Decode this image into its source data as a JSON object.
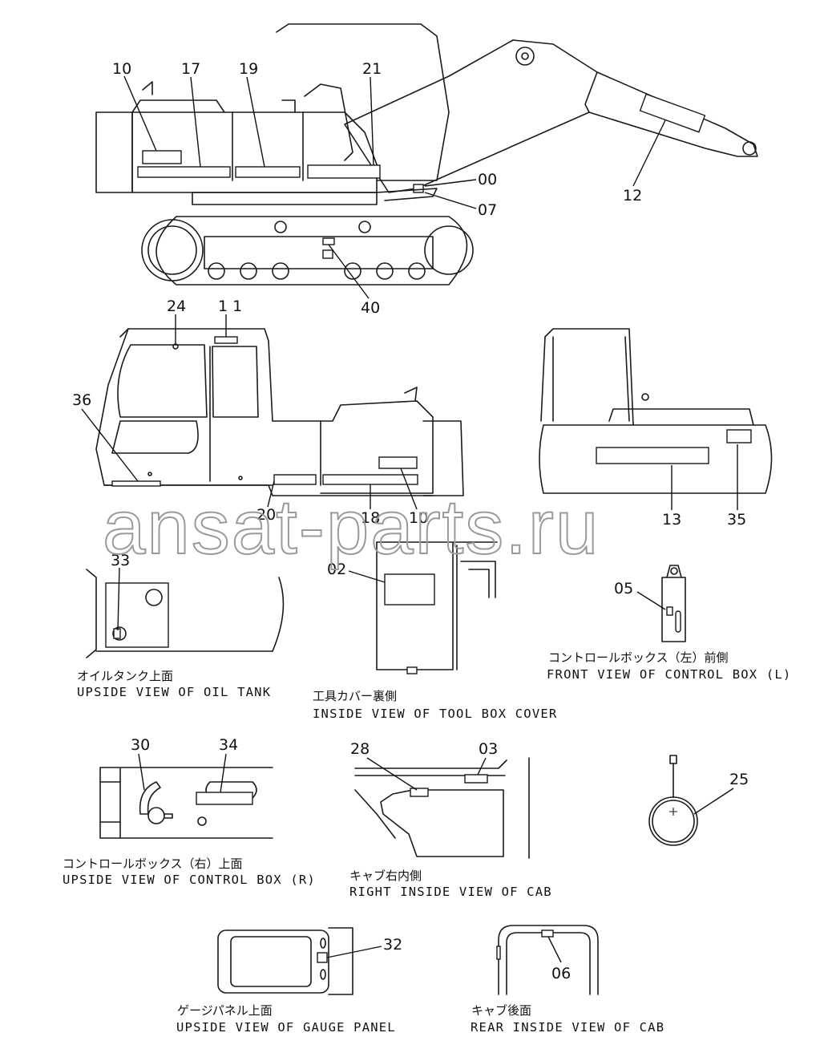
{
  "callouts": {
    "c10a": "10",
    "c17": "17",
    "c19": "19",
    "c21": "21",
    "c00": "00",
    "c07": "07",
    "c12": "12",
    "c40": "40",
    "c24": "24",
    "c11": "1 1",
    "c36": "36",
    "c20": "20",
    "c18": "18",
    "c10b": "10",
    "c13": "13",
    "c35": "35",
    "c33": "33",
    "c02": "02",
    "c05": "05",
    "c30": "30",
    "c34": "34",
    "c28": "28",
    "c03": "03",
    "c25": "25",
    "c32": "32",
    "c06": "06"
  },
  "views": {
    "oil_tank_jp": "オイルタンク上面",
    "oil_tank_en": "UPSIDE VIEW OF OIL TANK",
    "tool_box_jp": "工具カバー裏側",
    "tool_box_en": "INSIDE VIEW OF TOOL BOX COVER",
    "ctrl_l_jp": "コントロールボックス（左）前側",
    "ctrl_l_en": "FRONT VIEW OF CONTROL BOX (L)",
    "ctrl_r_jp": "コントロールボックス（右）上面",
    "ctrl_r_en": "UPSIDE VIEW OF CONTROL BOX (R)",
    "cab_right_jp": "キャブ右内側",
    "cab_right_en": "RIGHT INSIDE VIEW OF CAB",
    "gauge_jp": "ゲージパネル上面",
    "gauge_en": "UPSIDE VIEW OF GAUGE PANEL",
    "cab_rear_jp": "キャブ後面",
    "cab_rear_en": "REAR INSIDE VIEW OF CAB"
  },
  "watermark": "ansat-parts.ru"
}
